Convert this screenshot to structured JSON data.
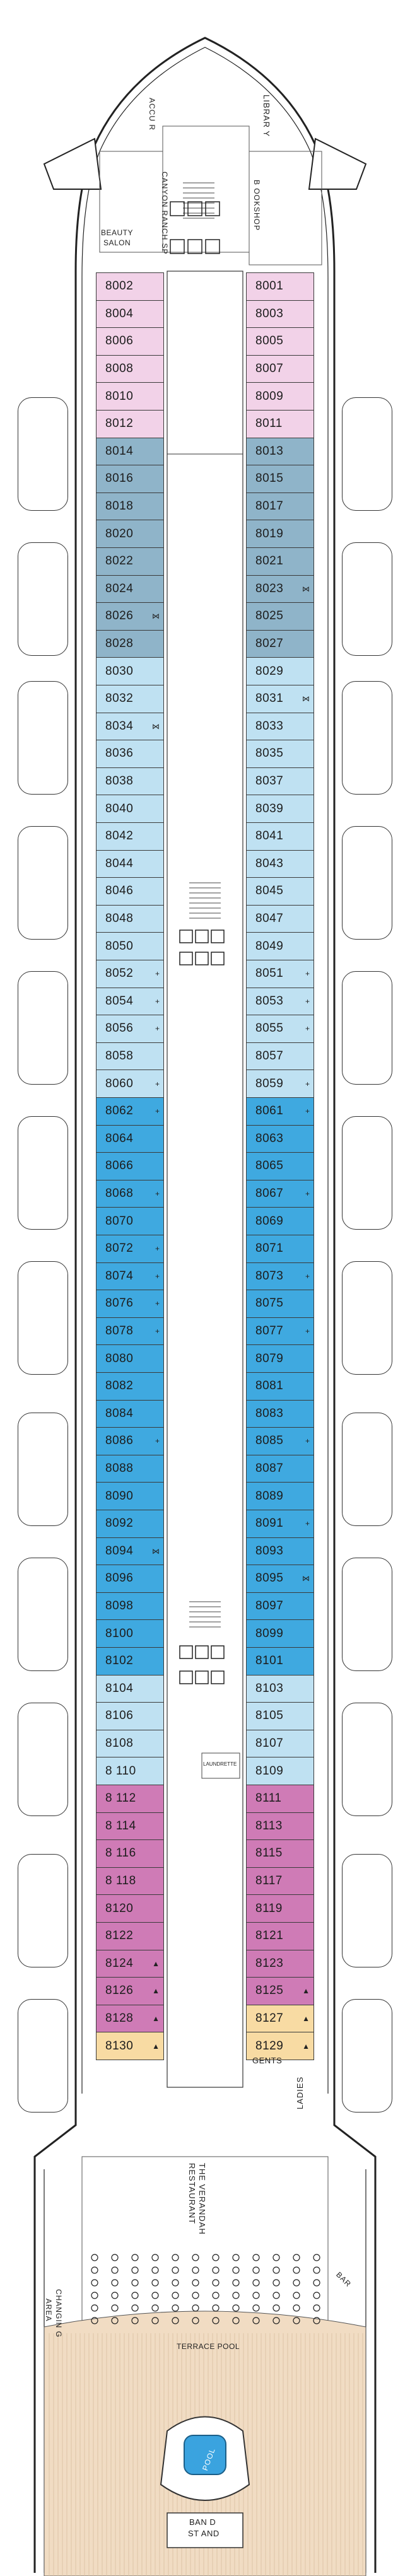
{
  "title": "",
  "legend_colors": {
    "grey_blue": "#8fb4c9",
    "pale_blue": "#bfe1f2",
    "mid_blue": "#3fa9e0",
    "pink": "#f2d2e8",
    "magenta": "#cf7bb6",
    "peach": "#f8dba3",
    "deck_wood": "#f1dcc3",
    "pool_blue": "#3aa3df"
  },
  "labels": {
    "library": "LIBRAR Y",
    "bookshop": "B OOKSHOP",
    "canyon_ranch": "CANYON RANCH SP",
    "accu": "ACCU R",
    "beauty_salon_1": "BEAUTY",
    "beauty_salon_2": "SALON",
    "gents": "GENTS",
    "ladies": "LADIES",
    "launderette": "LAUNDRETTE",
    "verandah_1": "THE VERANDAH",
    "verandah_2": "RESTAURANT",
    "terrace_pool": "TERRACE POOL",
    "changing_1": "CHANGIN G",
    "changing_2": "AREA",
    "bar": "BAR",
    "pool": "POOL",
    "bandstand_1": "BAN D",
    "bandstand_2": "ST AND"
  },
  "cabins_left": [
    {
      "n": "8002",
      "c": "pink"
    },
    {
      "n": "8004",
      "c": "pink"
    },
    {
      "n": "8006",
      "c": "pink"
    },
    {
      "n": "8008",
      "c": "pink"
    },
    {
      "n": "8010",
      "c": "pink"
    },
    {
      "n": "8012",
      "c": "pink"
    },
    {
      "n": "8014",
      "c": "grey_blue"
    },
    {
      "n": "8016",
      "c": "grey_blue"
    },
    {
      "n": "8018",
      "c": "grey_blue"
    },
    {
      "n": "8020",
      "c": "grey_blue"
    },
    {
      "n": "8022",
      "c": "grey_blue"
    },
    {
      "n": "8024",
      "c": "grey_blue"
    },
    {
      "n": "8026",
      "c": "grey_blue",
      "s": "⋈"
    },
    {
      "n": "8028",
      "c": "grey_blue"
    },
    {
      "n": "8030",
      "c": "pale_blue"
    },
    {
      "n": "8032",
      "c": "pale_blue"
    },
    {
      "n": "8034",
      "c": "pale_blue",
      "s": "⋈"
    },
    {
      "n": "8036",
      "c": "pale_blue"
    },
    {
      "n": "8038",
      "c": "pale_blue"
    },
    {
      "n": "8040",
      "c": "pale_blue"
    },
    {
      "n": "8042",
      "c": "pale_blue"
    },
    {
      "n": "8044",
      "c": "pale_blue"
    },
    {
      "n": "8046",
      "c": "pale_blue"
    },
    {
      "n": "8048",
      "c": "pale_blue"
    },
    {
      "n": "8050",
      "c": "pale_blue"
    },
    {
      "n": "8052",
      "c": "pale_blue",
      "s": "+"
    },
    {
      "n": "8054",
      "c": "pale_blue",
      "s": "+"
    },
    {
      "n": "8056",
      "c": "pale_blue",
      "s": "+"
    },
    {
      "n": "8058",
      "c": "pale_blue"
    },
    {
      "n": "8060",
      "c": "pale_blue",
      "s": "+"
    },
    {
      "n": "8062",
      "c": "mid_blue",
      "s": "+"
    },
    {
      "n": "8064",
      "c": "mid_blue"
    },
    {
      "n": "8066",
      "c": "mid_blue"
    },
    {
      "n": "8068",
      "c": "mid_blue",
      "s": "+"
    },
    {
      "n": "8070",
      "c": "mid_blue"
    },
    {
      "n": "8072",
      "c": "mid_blue",
      "s": "+"
    },
    {
      "n": "8074",
      "c": "mid_blue",
      "s": "+"
    },
    {
      "n": "8076",
      "c": "mid_blue",
      "s": "+"
    },
    {
      "n": "8078",
      "c": "mid_blue",
      "s": "+"
    },
    {
      "n": "8080",
      "c": "mid_blue"
    },
    {
      "n": "8082",
      "c": "mid_blue"
    },
    {
      "n": "8084",
      "c": "mid_blue"
    },
    {
      "n": "8086",
      "c": "mid_blue",
      "s": "+"
    },
    {
      "n": "8088",
      "c": "mid_blue"
    },
    {
      "n": "8090",
      "c": "mid_blue"
    },
    {
      "n": "8092",
      "c": "mid_blue"
    },
    {
      "n": "8094",
      "c": "mid_blue",
      "s": "⋈"
    },
    {
      "n": "8096",
      "c": "mid_blue"
    },
    {
      "n": "8098",
      "c": "mid_blue"
    },
    {
      "n": "8100",
      "c": "mid_blue"
    },
    {
      "n": "8102",
      "c": "mid_blue"
    },
    {
      "n": "8104",
      "c": "pale_blue"
    },
    {
      "n": "8106",
      "c": "pale_blue"
    },
    {
      "n": "8108",
      "c": "pale_blue"
    },
    {
      "n": "8 110",
      "c": "pale_blue"
    },
    {
      "n": "8 112",
      "c": "magenta"
    },
    {
      "n": "8 114",
      "c": "magenta"
    },
    {
      "n": "8 116",
      "c": "magenta"
    },
    {
      "n": "8 118",
      "c": "magenta"
    },
    {
      "n": "8120",
      "c": "magenta"
    },
    {
      "n": "8122",
      "c": "magenta"
    },
    {
      "n": "8124",
      "c": "magenta",
      "s": "▲"
    },
    {
      "n": "8126",
      "c": "magenta",
      "s": "▲"
    },
    {
      "n": "8128",
      "c": "magenta",
      "s": "▲"
    },
    {
      "n": "8130",
      "c": "peach",
      "s": "▲"
    }
  ],
  "cabins_right": [
    {
      "n": "8001",
      "c": "pink"
    },
    {
      "n": "8003",
      "c": "pink"
    },
    {
      "n": "8005",
      "c": "pink"
    },
    {
      "n": "8007",
      "c": "pink"
    },
    {
      "n": "8009",
      "c": "pink"
    },
    {
      "n": "8011",
      "c": "pink"
    },
    {
      "n": "8013",
      "c": "grey_blue"
    },
    {
      "n": "8015",
      "c": "grey_blue"
    },
    {
      "n": "8017",
      "c": "grey_blue"
    },
    {
      "n": "8019",
      "c": "grey_blue"
    },
    {
      "n": "8021",
      "c": "grey_blue"
    },
    {
      "n": "8023",
      "c": "grey_blue",
      "s": "⋈"
    },
    {
      "n": "8025",
      "c": "grey_blue"
    },
    {
      "n": "8027",
      "c": "grey_blue"
    },
    {
      "n": "8029",
      "c": "pale_blue"
    },
    {
      "n": "8031",
      "c": "pale_blue",
      "s": "⋈"
    },
    {
      "n": "8033",
      "c": "pale_blue"
    },
    {
      "n": "8035",
      "c": "pale_blue"
    },
    {
      "n": "8037",
      "c": "pale_blue"
    },
    {
      "n": "8039",
      "c": "pale_blue"
    },
    {
      "n": "8041",
      "c": "pale_blue"
    },
    {
      "n": "8043",
      "c": "pale_blue"
    },
    {
      "n": "8045",
      "c": "pale_blue"
    },
    {
      "n": "8047",
      "c": "pale_blue"
    },
    {
      "n": "8049",
      "c": "pale_blue"
    },
    {
      "n": "8051",
      "c": "pale_blue",
      "s": "+"
    },
    {
      "n": "8053",
      "c": "pale_blue",
      "s": "+"
    },
    {
      "n": "8055",
      "c": "pale_blue",
      "s": "+"
    },
    {
      "n": "8057",
      "c": "pale_blue"
    },
    {
      "n": "8059",
      "c": "pale_blue",
      "s": "+"
    },
    {
      "n": "8061",
      "c": "mid_blue",
      "s": "+"
    },
    {
      "n": "8063",
      "c": "mid_blue"
    },
    {
      "n": "8065",
      "c": "mid_blue"
    },
    {
      "n": "8067",
      "c": "mid_blue",
      "s": "+"
    },
    {
      "n": "8069",
      "c": "mid_blue"
    },
    {
      "n": "8071",
      "c": "mid_blue"
    },
    {
      "n": "8073",
      "c": "mid_blue",
      "s": "+"
    },
    {
      "n": "8075",
      "c": "mid_blue"
    },
    {
      "n": "8077",
      "c": "mid_blue",
      "s": "+"
    },
    {
      "n": "8079",
      "c": "mid_blue"
    },
    {
      "n": "8081",
      "c": "mid_blue"
    },
    {
      "n": "8083",
      "c": "mid_blue"
    },
    {
      "n": "8085",
      "c": "mid_blue",
      "s": "+"
    },
    {
      "n": "8087",
      "c": "mid_blue"
    },
    {
      "n": "8089",
      "c": "mid_blue"
    },
    {
      "n": "8091",
      "c": "mid_blue",
      "s": "+"
    },
    {
      "n": "8093",
      "c": "mid_blue"
    },
    {
      "n": "8095",
      "c": "mid_blue",
      "s": "⋈"
    },
    {
      "n": "8097",
      "c": "mid_blue"
    },
    {
      "n": "8099",
      "c": "mid_blue"
    },
    {
      "n": "8101",
      "c": "mid_blue"
    },
    {
      "n": "8103",
      "c": "pale_blue"
    },
    {
      "n": "8105",
      "c": "pale_blue"
    },
    {
      "n": "8107",
      "c": "pale_blue"
    },
    {
      "n": "8109",
      "c": "pale_blue"
    },
    {
      "n": "8111",
      "c": "magenta"
    },
    {
      "n": "8113",
      "c": "magenta"
    },
    {
      "n": "8115",
      "c": "magenta"
    },
    {
      "n": "8117",
      "c": "magenta"
    },
    {
      "n": "8119",
      "c": "magenta"
    },
    {
      "n": "8121",
      "c": "magenta"
    },
    {
      "n": "8123",
      "c": "magenta"
    },
    {
      "n": "8125",
      "c": "magenta",
      "s": "▲"
    },
    {
      "n": "8127",
      "c": "peach",
      "s": "▲"
    },
    {
      "n": "8129",
      "c": "peach",
      "s": "▲"
    }
  ]
}
